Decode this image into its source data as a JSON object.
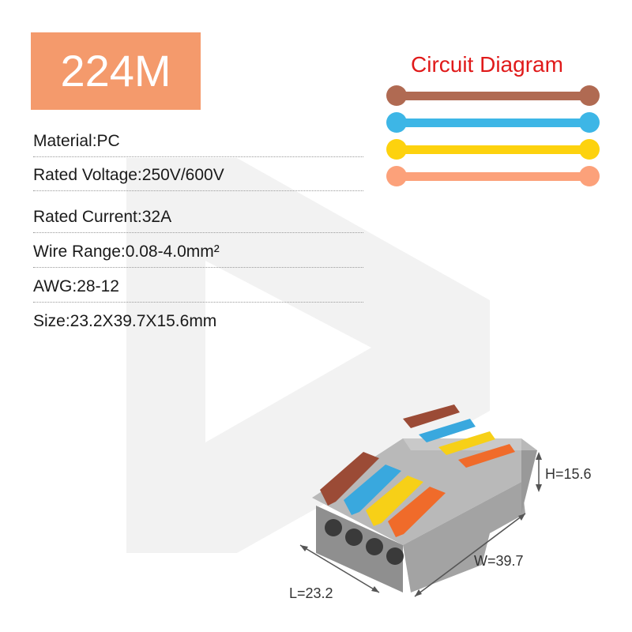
{
  "model": "224M",
  "specs": [
    "Material:PC",
    "Rated Voltage:250V/600V",
    "Rated Current:32A",
    "Wire  Range:0.08-4.0mm²",
    "AWG:28-12",
    "Size:23.2X39.7X15.6mm"
  ],
  "circuit": {
    "title": "Circuit Diagram",
    "colors": [
      "#b06a52",
      "#3db6e6",
      "#fdd20e",
      "#fca17a"
    ]
  },
  "dimensions": {
    "height": "H=15.6",
    "width": "W=39.7",
    "length": "L=23.2"
  },
  "colors": {
    "badge": "#f49a6c",
    "title_red": "#e01a1a",
    "housing_grey": "#a7a7a7",
    "lever_brown": "#9b4b36",
    "lever_blue": "#39a8de",
    "lever_yellow": "#f7d017",
    "lever_orange": "#f06b2a"
  }
}
